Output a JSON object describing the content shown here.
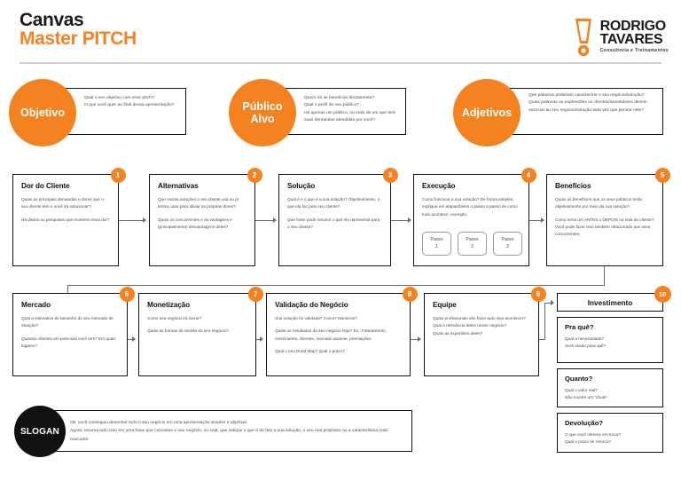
{
  "header": {
    "title_line1": "Canvas",
    "title_line2_light": "Master ",
    "title_line2_bold": "PITCH",
    "logo": {
      "line1": "RODRIGO",
      "line2": "TAVARES",
      "tagline": "Consultoria e Treinamentos"
    },
    "accent_color": "#F58220"
  },
  "top_panels": [
    {
      "circle_label": "Objetivo",
      "text": "Qual o seu objetivo com esse pitch?\nO que você quer ao final dessa apresentação?"
    },
    {
      "circle_label": "Público\nAlvo",
      "text": "Quem irá se beneficiar diretamente?\nQual o perfil do seu público?\nHá apenas um público, ou mais de um que terá suas demandas atendidas por você?"
    },
    {
      "circle_label": "Adjetivos",
      "text": "Que palavras poderiam caracterizar o seu negócio/solução?\nQuais palavras ou expressões os clientes/investidores devem associar ao seu negócio/solução toda vez que pensar nele?"
    }
  ],
  "row1": [
    {
      "number": "1",
      "title": "Dor do Cliente",
      "paragraphs": [
        "Quais as principais demandas e dores que o seu cliente tem e você irá solucionar?",
        "Há dados ou pesquisas que mostrem essa dor?"
      ]
    },
    {
      "number": "2",
      "title": "Alternativas",
      "paragraphs": [
        "Que outras soluções o seu cliente usa ou já tentou usar para aliviar as próprias dores?",
        "Quais os concorrentes e as vantagens e (principalmente) desvantagens deles?"
      ]
    },
    {
      "number": "3",
      "title": "Solução",
      "paragraphs": [
        "Qual é e o que é a sua solução? Objetivamente, o que ela faz pelo seu cliente?",
        "Que frase pode resumir o que ela representa para o seu cliente?"
      ]
    },
    {
      "number": "4",
      "title": "Execução",
      "paragraphs": [
        "Como funciona a sua solução? De forma simples, explique em etapas/fases o passo a passo de como tudo acontece, exemplo:"
      ],
      "steps": [
        {
          "label": "Passo",
          "num": "1"
        },
        {
          "label": "Passo",
          "num": "2"
        },
        {
          "label": "Passo",
          "num": "3"
        }
      ]
    },
    {
      "number": "5",
      "title": "Benefícios",
      "paragraphs": [
        "Quais os benefícios que os seus públicos terão objetivamente por meio da sua solução?",
        "Como seria um ANTES x DEPOIS na vida do cliente? Você pode fazer isso também relacionado aos seus concorrentes."
      ]
    }
  ],
  "row2": [
    {
      "number": "6",
      "title": "Mercado",
      "paragraphs": [
        "Qual a estimativa de tamanho do seu mercado de atuação?",
        "Quantos clientes em potencial você tem? Em quais lugares?"
      ]
    },
    {
      "number": "7",
      "title": "Monetização",
      "paragraphs": [
        "Como seu negócio irá lucrar?",
        "Quais as formas de receita do seu negócio?"
      ]
    },
    {
      "number": "8",
      "title": "Validação do Negócio",
      "paragraphs": [
        "Sua solução foi validada? Como? Números?",
        "Quais os resultados do seu negócio hoje? Ex.: Faturamento, crescimento, clientes, mercado atuante, premiações.",
        "Qual o seu Road Map? Qual o prazo?"
      ]
    },
    {
      "number": "9",
      "title": "Equipe",
      "paragraphs": [
        "Quais profissionais vão fazer tudo isso acontecer?\nQual a relevância deles nesse negócio?\nQuais as expertises deles?"
      ]
    }
  ],
  "investimento": {
    "number": "10",
    "header_title": "Investimento",
    "cards": [
      {
        "title": "Pra quê?",
        "text": "Qual a necessidade?\nSerá usado para quê?"
      },
      {
        "title": "Quanto?",
        "text": "Qual o valor real?\nNão mostre um \"chute\"."
      },
      {
        "title": "Devolução?",
        "text": "O que você oferece em troca?\nQual o prazo de retorno?"
      }
    ]
  },
  "slogan": {
    "label": "SLOGAN",
    "text": "Ok, você conseguiu desenhar todo o seu negócio em uma apresentação simples e objetiva!\nAgora, resuma tudo isso em uma frase que conceitue o seu negócio, ou seja, que indique o que é de fato a sua solução, o seu real propósito ou a característica mais marcante."
  }
}
